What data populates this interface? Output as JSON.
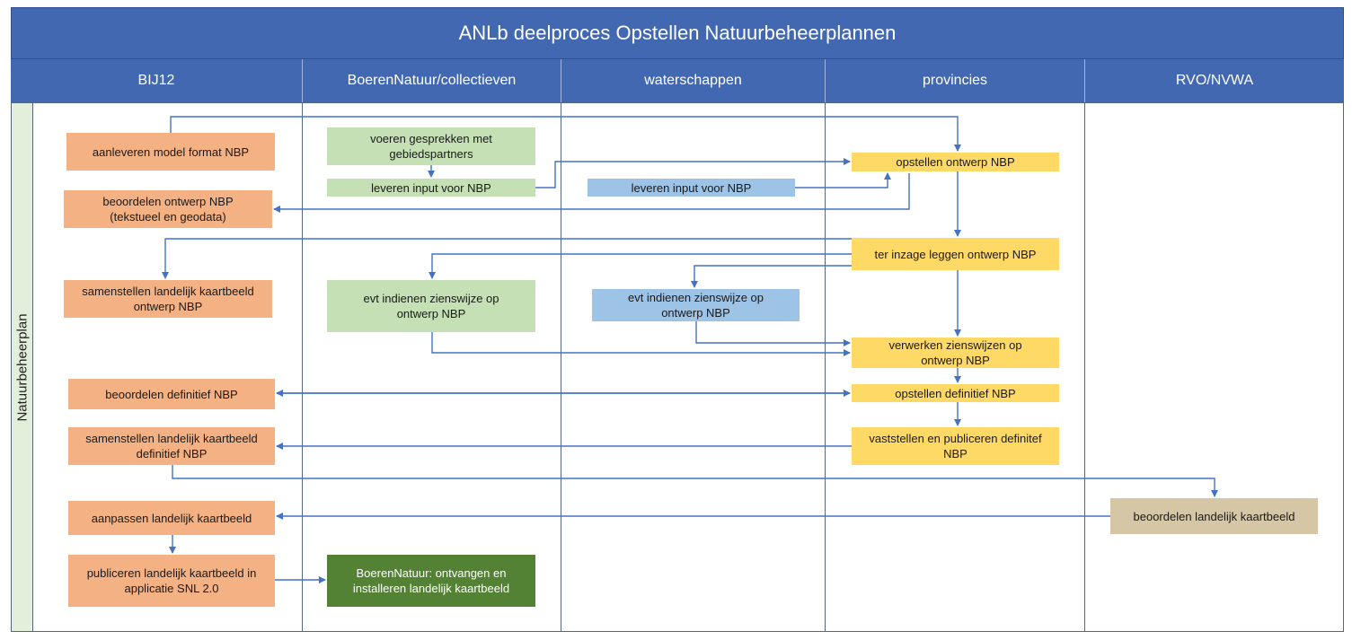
{
  "title": "ANLb deelproces Opstellen Natuurbeheerplannen",
  "row_label": "Natuurbeheerplan",
  "lanes": [
    "BIJ12",
    "BoerenNatuur/collectieven",
    "waterschappen",
    "provincies",
    "RVO/NVWA"
  ],
  "boxes": {
    "aanleveren_model": "aanleveren model format NBP",
    "beoordelen_ontwerp": "beoordelen ontwerp NBP\n(tekstueel en geodata)",
    "samenstellen_ontwerp": "samenstellen landelijk kaartbeeld\nontwerp NBP",
    "beoordelen_definitief": "beoordelen definitief NBP",
    "samenstellen_definitief": "samenstellen landelijk kaartbeeld\ndefinitief NBP",
    "aanpassen_kaartbeeld": "aanpassen landelijk kaartbeeld",
    "publiceren_kaartbeeld": "publiceren landelijk kaartbeeld in\napplicatie SNL 2.0",
    "voeren_gesprekken": "voeren gesprekken met\ngebiedspartners",
    "leveren_input_bn": "leveren input voor NBP",
    "zienswijze_bn": "evt indienen zienswijze op\nontwerp NBP",
    "boerennatuur_ontvangen": "BoerenNatuur: ontvangen en\ninstalleren landelijk kaartbeeld",
    "leveren_input_ws": "leveren input voor NBP",
    "zienswijze_ws": "evt indienen zienswijze op\nontwerp NBP",
    "opstellen_ontwerp": "opstellen ontwerp NBP",
    "ter_inzage": "ter inzage leggen ontwerp NBP",
    "verwerken_zienswijzen": "verwerken zienswijzen op\nontwerp NBP",
    "opstellen_definitief": "opstellen definitief NBP",
    "vaststellen_publiceren": "vaststellen en publiceren definitef\nNBP",
    "beoordelen_kaartbeeld": "beoordelen landelijk kaartbeeld"
  },
  "colors": {
    "header": "#4268b1",
    "bij12": "#f4b183",
    "boerennatuur": "#c5e0b4",
    "boerennatuur_dark": "#548235",
    "waterschappen": "#9dc3e6",
    "provincies": "#ffd966",
    "rvo": "#d5c7a6",
    "arrow": "#4472c4"
  }
}
